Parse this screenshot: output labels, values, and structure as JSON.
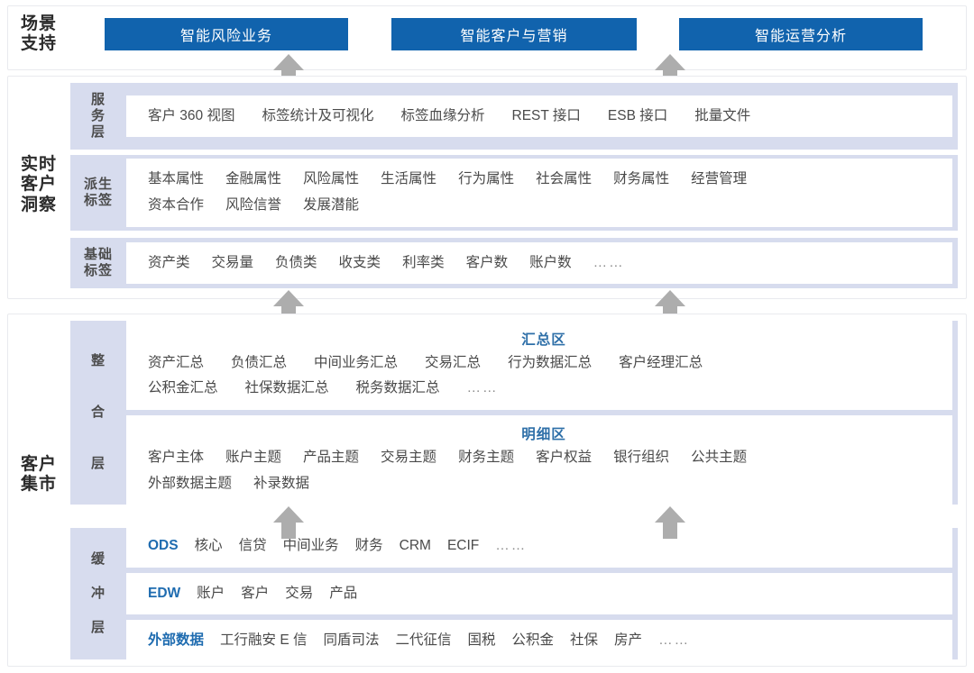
{
  "scene": {
    "group_label_line1": "场景",
    "group_label_line2": "支持",
    "buttons": [
      {
        "label": "智能风险业务"
      },
      {
        "label": "智能客户与营销"
      },
      {
        "label": "智能运营分析"
      }
    ]
  },
  "insight": {
    "group_label_line1": "实时",
    "group_label_line2": "客户",
    "group_label_line3": "洞察",
    "service": {
      "label_line1": "服",
      "label_line2": "务",
      "label_line3": "层",
      "items": [
        "客户 360 视图",
        "标签统计及可视化",
        "标签血缘分析",
        "REST 接口",
        "ESB 接口",
        "批量文件"
      ]
    },
    "derived": {
      "label_line1": "派生",
      "label_line2": "标签",
      "row1": [
        "基本属性",
        "金融属性",
        "风险属性",
        "生活属性",
        "行为属性",
        "社会属性",
        "财务属性",
        "经营管理"
      ],
      "row2": [
        "资本合作",
        "风险信誉",
        "发展潜能"
      ]
    },
    "basic": {
      "label_line1": "基础",
      "label_line2": "标签",
      "items": [
        "资产类",
        "交易量",
        "负债类",
        "收支类",
        "利率类",
        "客户数",
        "账户数"
      ],
      "ellipsis": "……"
    }
  },
  "mart": {
    "group_label_line1": "客户",
    "group_label_line2": "集市",
    "integrate": {
      "label_line1": "整",
      "label_line2": "合",
      "label_line3": "层",
      "summary_zone": {
        "title": "汇总区",
        "row1": [
          "资产汇总",
          "负债汇总",
          "中间业务汇总",
          "交易汇总",
          "行为数据汇总",
          "客户经理汇总"
        ],
        "row2": [
          "公积金汇总",
          "社保数据汇总",
          "税务数据汇总"
        ],
        "ellipsis": "……"
      },
      "detail_zone": {
        "title": "明细区",
        "row1": [
          "客户主体",
          "账户主题",
          "产品主题",
          "交易主题",
          "财务主题",
          "客户权益",
          "银行组织",
          "公共主题"
        ],
        "row2": [
          "外部数据主题",
          "补录数据"
        ]
      }
    },
    "buffer": {
      "label_line1": "缓",
      "label_line2": "冲",
      "label_line3": "层",
      "rows": [
        {
          "tag": "ODS",
          "items": [
            "核心",
            "信贷",
            "中间业务",
            "财务",
            "CRM",
            "ECIF"
          ],
          "ellipsis": "……"
        },
        {
          "tag": "EDW",
          "items": [
            "账户",
            "客户",
            "交易",
            "产品"
          ],
          "ellipsis": ""
        },
        {
          "tag": "外部数据",
          "items": [
            "工行融安 E 信",
            "同盾司法",
            "二代征信",
            "国税",
            "公积金",
            "社保",
            "房产"
          ],
          "ellipsis": "……"
        }
      ]
    }
  },
  "colors": {
    "accent_blue": "#1163ad",
    "zone_title_blue": "#2e6fa8",
    "tag_blue": "#1f6cb0",
    "band_lavender": "#d7dcee",
    "arrow_gray": "#adadad"
  }
}
